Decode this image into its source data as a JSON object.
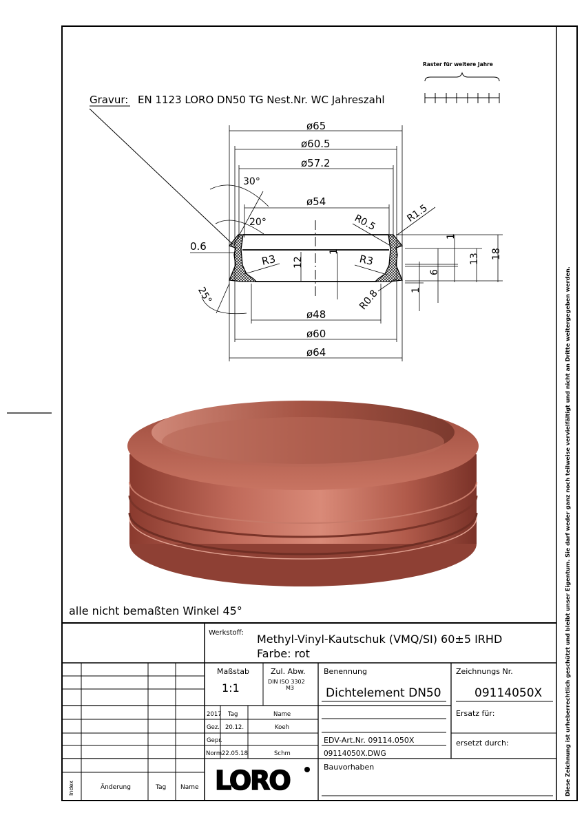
{
  "engraving": {
    "label": "Gravur:",
    "text": "EN 1123 LORO DN50 TG Nest.Nr. WC Jahreszahl",
    "grid_caption": "Raster für weitere Jahre"
  },
  "dimensions": {
    "d65": "ø65",
    "d60_5": "ø60.5",
    "d57_2": "ø57.2",
    "d54": "ø54",
    "d48": "ø48",
    "d60": "ø60",
    "d64": "ø64",
    "a30": "30°",
    "a20": "20°",
    "a25": "25°",
    "t0_6": "0.6",
    "r3_left": "R3",
    "r3_right": "R3",
    "r0_5": "R0.5",
    "r1_5": "R1.5",
    "r0_8": "R0.8",
    "h12": "12",
    "h1_center": "1",
    "h1_top": "1",
    "h13": "13",
    "h18": "18",
    "h6": "6",
    "h1_bottom": "1"
  },
  "note": "alle nicht bemaßten Winkel 45°",
  "title_block": {
    "material_label": "Werkstoff:",
    "material": "Methyl-Vinyl-Kautschuk (VMQ/SI) 60±5 IRHD",
    "color": "Farbe: rot",
    "scale_label": "Maßstab",
    "scale": "1:1",
    "tolerance_label": "Zul. Abw.",
    "tolerance_std": "DIN ISO 3302",
    "tolerance_class": "M3",
    "name_label": "Benennung",
    "name": "Dichtelement DN50",
    "drawing_no_label": "Zeichnungs Nr.",
    "drawing_no": "09114050X",
    "year": "2017",
    "day_label": "Tag",
    "person_label": "Name",
    "drawn_label": "Gez.",
    "drawn_date": "20.12.",
    "drawn_by": "Koeh",
    "checked_label": "Gepr.",
    "norm_label": "Norm.",
    "norm_date": "22.05.18",
    "norm_by": "Schm",
    "replaces_label": "Ersatz für:",
    "replaced_by_label": "ersetzt durch:",
    "edv": "EDV-Art.Nr. 09114.050X",
    "file": "09114050X.DWG",
    "project_label": "Bauvorhaben",
    "logo": "LORO",
    "rev_index": "Index",
    "rev_change": "Änderung",
    "rev_day": "Tag",
    "rev_name": "Name"
  },
  "copyright": "Diese Zeichnung ist urheberrechtlich geschützt und bleibt unser Eigentum. Sie darf weder ganz noch teilweise vervielfältigt und nicht an Dritte weitergegeben werden.",
  "colors": {
    "part": "#b5584a"
  }
}
